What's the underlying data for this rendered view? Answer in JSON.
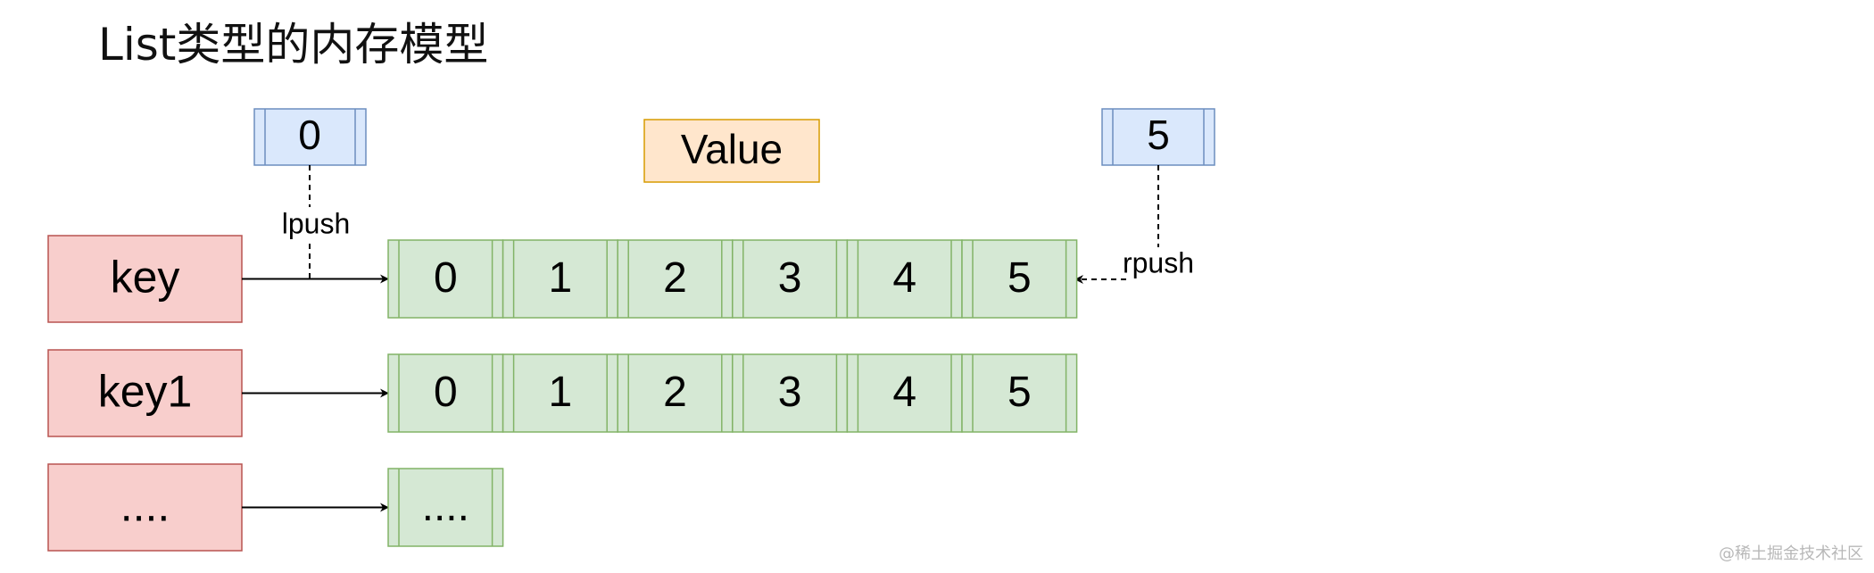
{
  "title": "List类型的内存模型",
  "value_label": "Value",
  "index_boxes": {
    "left": "0",
    "right": "5"
  },
  "edge_labels": {
    "lpush": "lpush",
    "rpush": "rpush"
  },
  "keys": [
    {
      "label": "key",
      "cells": [
        "0",
        "1",
        "2",
        "3",
        "4",
        "5"
      ]
    },
    {
      "label": "key1",
      "cells": [
        "0",
        "1",
        "2",
        "3",
        "4",
        "5"
      ]
    },
    {
      "label": "....",
      "cells": [
        "...."
      ]
    }
  ],
  "watermark": "@稀土掘金技术社区",
  "colors": {
    "key_fill": "#f8cecc",
    "key_stroke": "#b85450",
    "cell_fill": "#d5e8d4",
    "cell_stroke": "#82b366",
    "index_fill": "#dae8fc",
    "index_stroke": "#6c8ebf",
    "value_fill": "#ffe6cc",
    "value_stroke": "#d79b00"
  }
}
